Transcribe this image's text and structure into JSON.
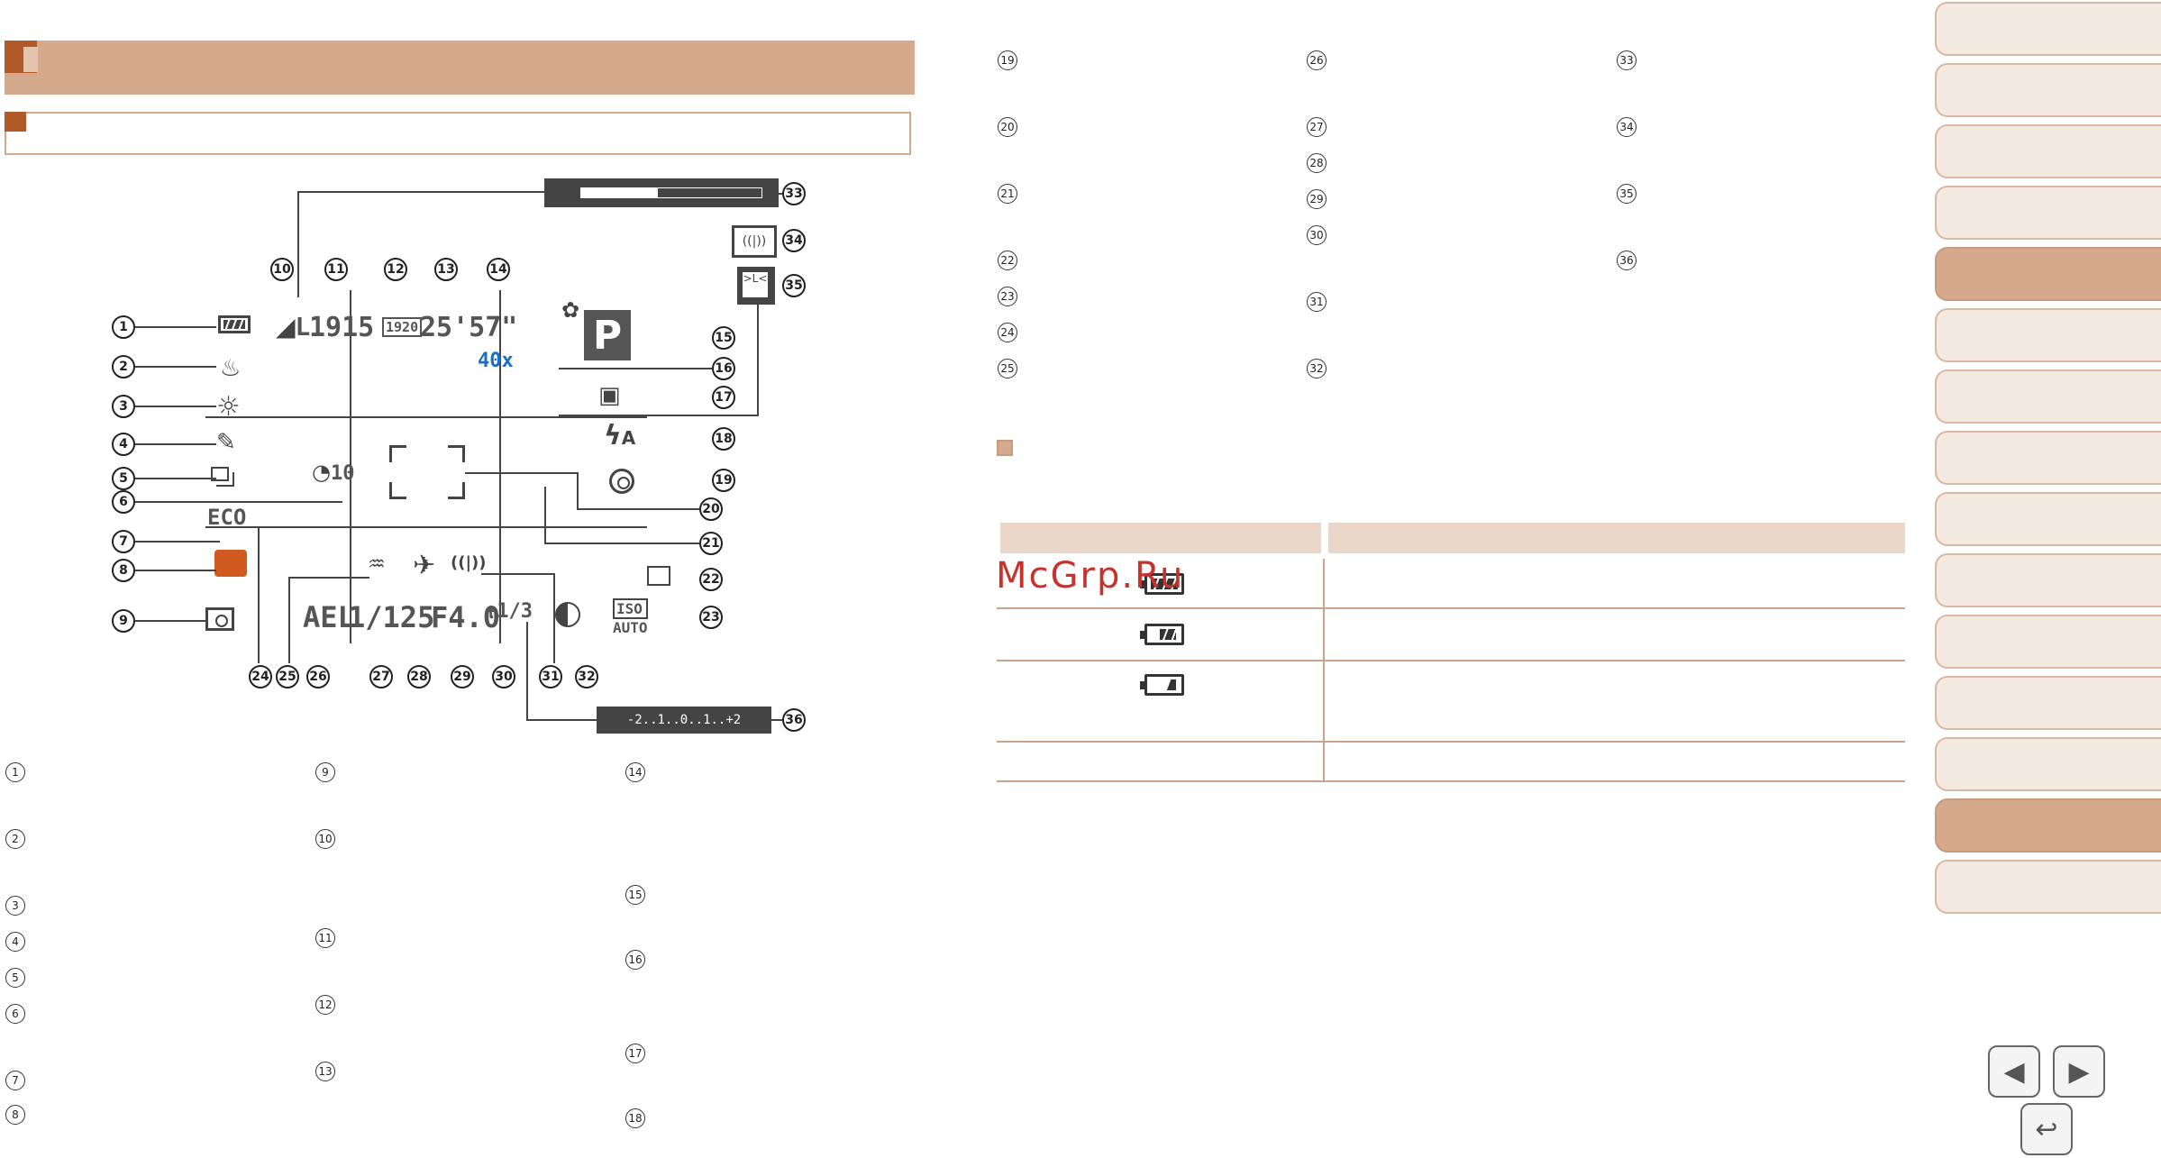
{
  "screen": {
    "image_size": "L",
    "shots_remaining": "1915",
    "movie_quality": "1920",
    "record_time": "25'57\"",
    "zoom": "40x",
    "mode": "P",
    "eco": "ECO",
    "self_timer": "10",
    "ael": "AEL",
    "shutter": "1/125",
    "aperture": "F4.0",
    "exposure_comp": "+1/3",
    "iso": "ISO",
    "iso_value": "AUTO",
    "exposure_scale": "-2..1..0..1..+2",
    "flash_mode": "A"
  },
  "callouts": [
    "1",
    "2",
    "3",
    "4",
    "5",
    "6",
    "7",
    "8",
    "9",
    "10",
    "11",
    "12",
    "13",
    "14",
    "15",
    "16",
    "17",
    "18",
    "19",
    "20",
    "21",
    "22",
    "23",
    "24",
    "25",
    "26",
    "27",
    "28",
    "29",
    "30",
    "31",
    "32",
    "33",
    "34",
    "35",
    "36"
  ],
  "watermark": "McGrp.Ru",
  "nav": {
    "prev": "◀",
    "next": "▶",
    "back": "↩"
  },
  "colors": {
    "accent": "#d4a98c",
    "accent_dark": "#b05a2a",
    "tab_bg": "#f4e9e1",
    "zoom_color": "#1a6fc4",
    "mode_bg": "#555555"
  }
}
